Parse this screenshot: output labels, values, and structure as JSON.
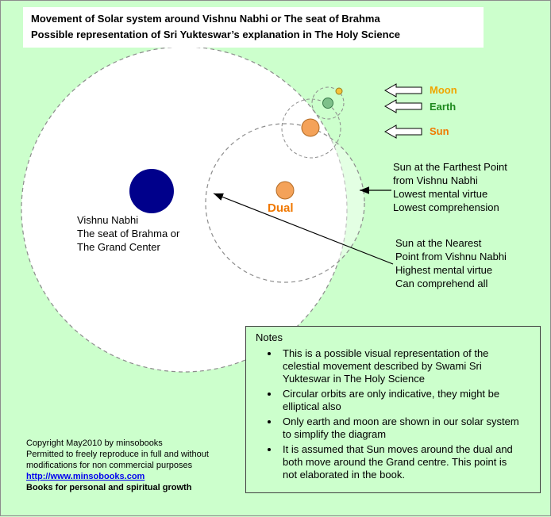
{
  "title": {
    "line1": "Movement of Solar system around Vishnu Nabhi or The seat of Brahma",
    "line2": "Possible representation of Sri Yukteswar’s explanation in The Holy Science"
  },
  "legend": {
    "moon_label": "Moon",
    "earth_label": "Earth",
    "sun_label": "Sun"
  },
  "diagram": {
    "center_label_line1": "Vishnu Nabhi",
    "center_label_line2": "The seat of Brahma or",
    "center_label_line3": "The Grand Center",
    "dual_label": "Dual"
  },
  "annotations": {
    "farthest_line1": "Sun at the Farthest Point",
    "farthest_line2": "from Vishnu Nabhi",
    "farthest_line3": "Lowest mental virtue",
    "farthest_line4": "Lowest comprehension",
    "nearest_line1": "Sun at the Nearest",
    "nearest_line2": "Point from Vishnu Nabhi",
    "nearest_line3": "Highest mental virtue",
    "nearest_line4": "Can comprehend all"
  },
  "notes": {
    "heading": "Notes",
    "items": [
      "This is a possible visual representation of the celestial movement described by Swami Sri Yukteswar in The Holy Science",
      "Circular orbits are only indicative, they might be elliptical also",
      "Only earth and moon are shown in our solar system to simplify the diagram",
      "It is assumed that Sun moves around the dual and both move around the Grand centre. This point is not elaborated in the book."
    ]
  },
  "footer": {
    "copyright": "Copyright May2010 by minsobooks",
    "permission_line1": "Permitted to freely reproduce in full and without",
    "permission_line2": "modifications for non commercial purposes",
    "link": "http://www.minsobooks.com",
    "tagline": "Books for personal and spiritual growth"
  },
  "colors": {
    "background": "#ccffcc",
    "vishnu_nabhi": "#00008b",
    "sun": "#f4a259",
    "sun_stroke": "#b36b24",
    "earth": "#7ec08a",
    "earth_stroke": "#3a7a4a",
    "moon": "#f5c33b",
    "moon_stroke": "#9a7d1e",
    "dual": "#f4a259",
    "moon_text": "#f0a500",
    "earth_text": "#1e8a1e",
    "sun_text": "#f07800",
    "link_color": "#0000ee"
  }
}
